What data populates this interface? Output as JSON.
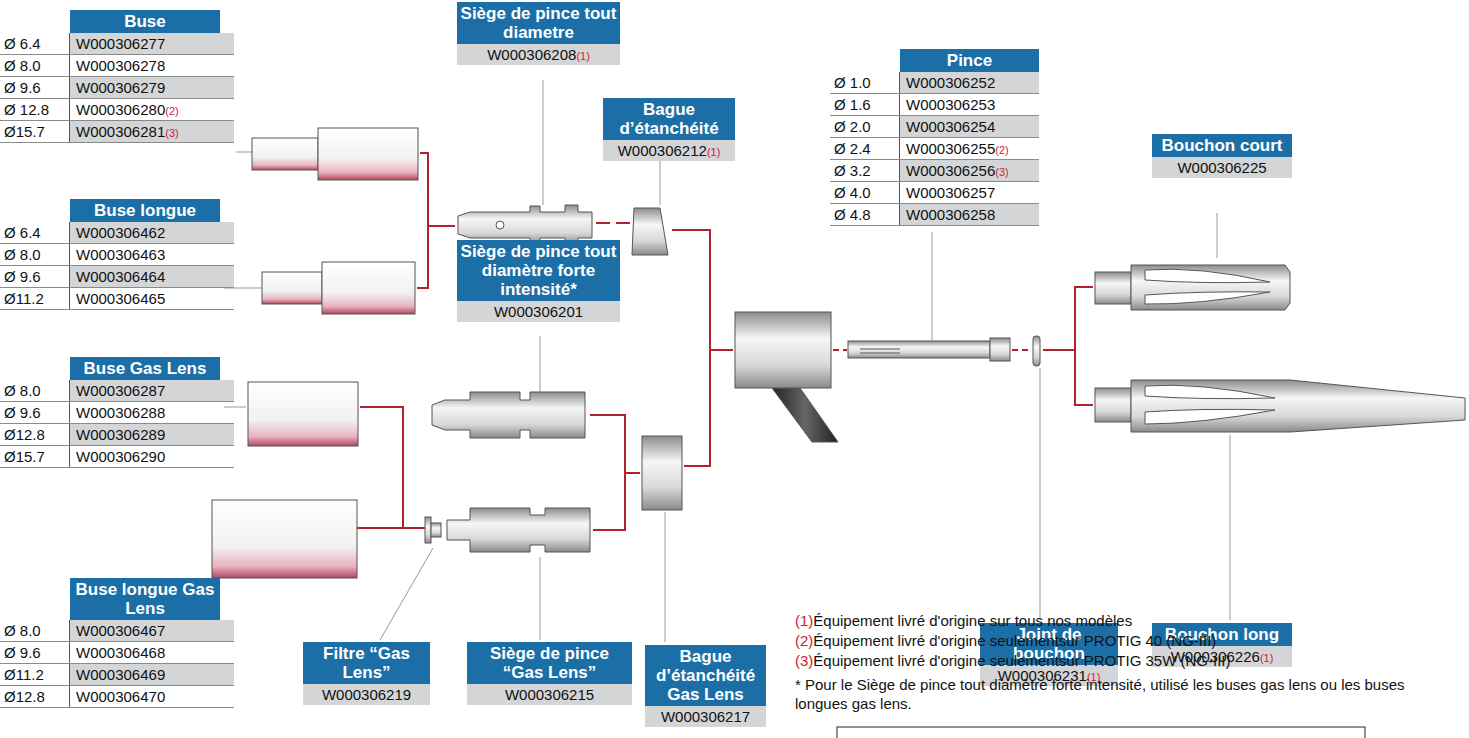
{
  "diagram": {
    "nodes": [
      {
        "text": [
          "Buse",
          "Ø 6.4",
          "W000306277",
          "Ø 8.0",
          "W000306278",
          "Ø 9.6",
          "W000306279",
          "Ø 12.8",
          "W000306280",
          "(2)",
          "Ø15.7",
          "W000306281",
          "(3)"
        ]
      },
      {
        "text": [
          "Siège de pince tout diametre",
          "W000306208",
          "(1)"
        ]
      },
      {
        "text": [
          "Bague d’étanchéité",
          "W000306212",
          "(1)"
        ]
      },
      {
        "text": [
          "Pince",
          "Ø 1.0",
          "W000306252",
          "Ø 1.6",
          "W000306253",
          "Ø 2.0",
          "W000306254",
          "Ø 2.4",
          "W000306255",
          "(2)",
          "Ø 3.2",
          "W000306256",
          "(3)",
          "Ø 4.0",
          "W000306257",
          "Ø 4.8",
          "W000306258"
        ]
      },
      {
        "text": [
          "Bouchon court",
          "W000306225"
        ]
      },
      {
        "text": [
          "Buse longue",
          "Ø 6.4",
          "W000306462",
          "Ø 8.0",
          "W000306463",
          "Ø 9.6",
          "W000306464",
          "Ø11.2",
          "W000306465"
        ]
      },
      {
        "text": [
          "Siège de pince tout diamètre forte intensité*",
          "W000306201"
        ]
      },
      {
        "text": [
          "Buse Gas Lens",
          "Ø 8.0",
          "W000306287",
          "Ø 9.6",
          "W000306288",
          "Ø12.8",
          "W000306289",
          "Ø15.7",
          "W000306290"
        ]
      },
      {
        "text": [
          "Buse longue Gas Lens",
          "Ø 8.0",
          "W000306467",
          "Ø 9.6",
          "W000306468",
          "Ø11.2",
          "W000306469",
          "Ø12.8",
          "W000306470"
        ]
      },
      {
        "text": [
          "Joint de bouchon",
          "W000306231",
          "(1)"
        ]
      },
      {
        "text": [
          "Bouchon long",
          "W000306226",
          "(1)"
        ]
      },
      {
        "text": [
          "Filtre “Gas Lens”",
          "W000306219"
        ]
      },
      {
        "text": [
          "Siège de pince “Gas Lens”",
          "W000306215"
        ]
      },
      {
        "text": [
          "Bague d’étanchéité Gas Lens",
          "W000306217"
        ]
      }
    ],
    "labels": [
      "(1)",
      "Équipement livré d'origine sur tous nos modèles",
      "(2)",
      "Équipement livré d'origine seulementsur PROTIG 40 (NG-III)",
      "(3)",
      "Équipement livré d'origine seulementsur PROTIG 35W (NG-III)",
      "* Pour le Siège de pince tout diamètre forte intensité, utilisé les buses gas lens ou les buses longues gas lens."
    ]
  }
}
